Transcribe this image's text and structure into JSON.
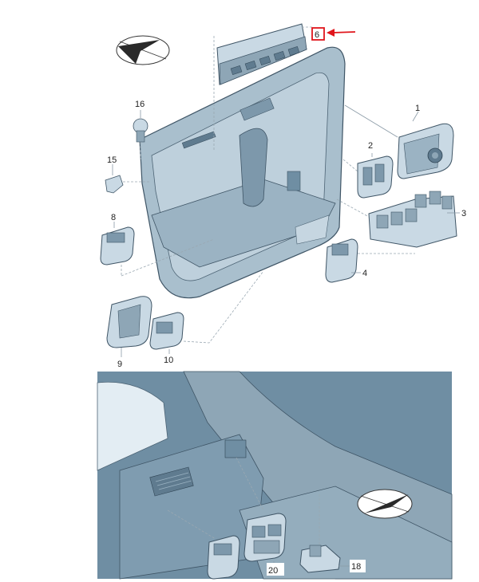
{
  "callouts": {
    "p1": "1",
    "p2": "2",
    "p3": "3",
    "p4": "4",
    "p6": "6",
    "p8": "8",
    "p9": "9",
    "p10": "10",
    "p15": "15",
    "p16": "16",
    "p18": "18",
    "p20": "20"
  },
  "colors": {
    "highlight": "#e0151b",
    "panel_fill": "#a9bfcd",
    "interior_fill": "#6f8ea3",
    "outline": "#3f5566"
  },
  "icons": [
    "compass-arrow-icon",
    "red-pointer-arrow-icon"
  ]
}
